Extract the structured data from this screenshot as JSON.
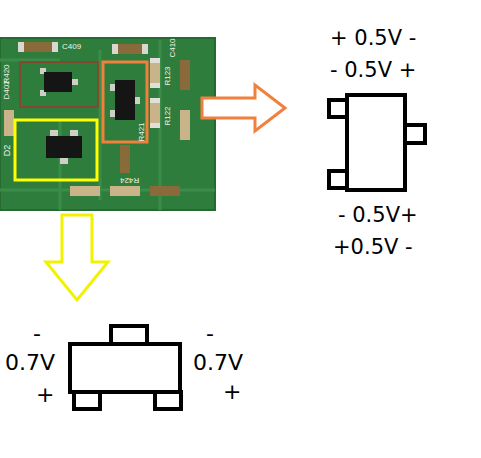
{
  "diagram": {
    "labels": [
      "+ 0.5V -",
      "- 0.5V +",
      "- 0.5V+",
      "+0.5V -",
      "-",
      "0.7V",
      "+",
      "-",
      "0.7V",
      "+",
      "C409",
      "R420",
      "D402",
      "C410",
      "R123",
      "R421",
      "R122",
      "D2",
      "R424"
    ]
  }
}
